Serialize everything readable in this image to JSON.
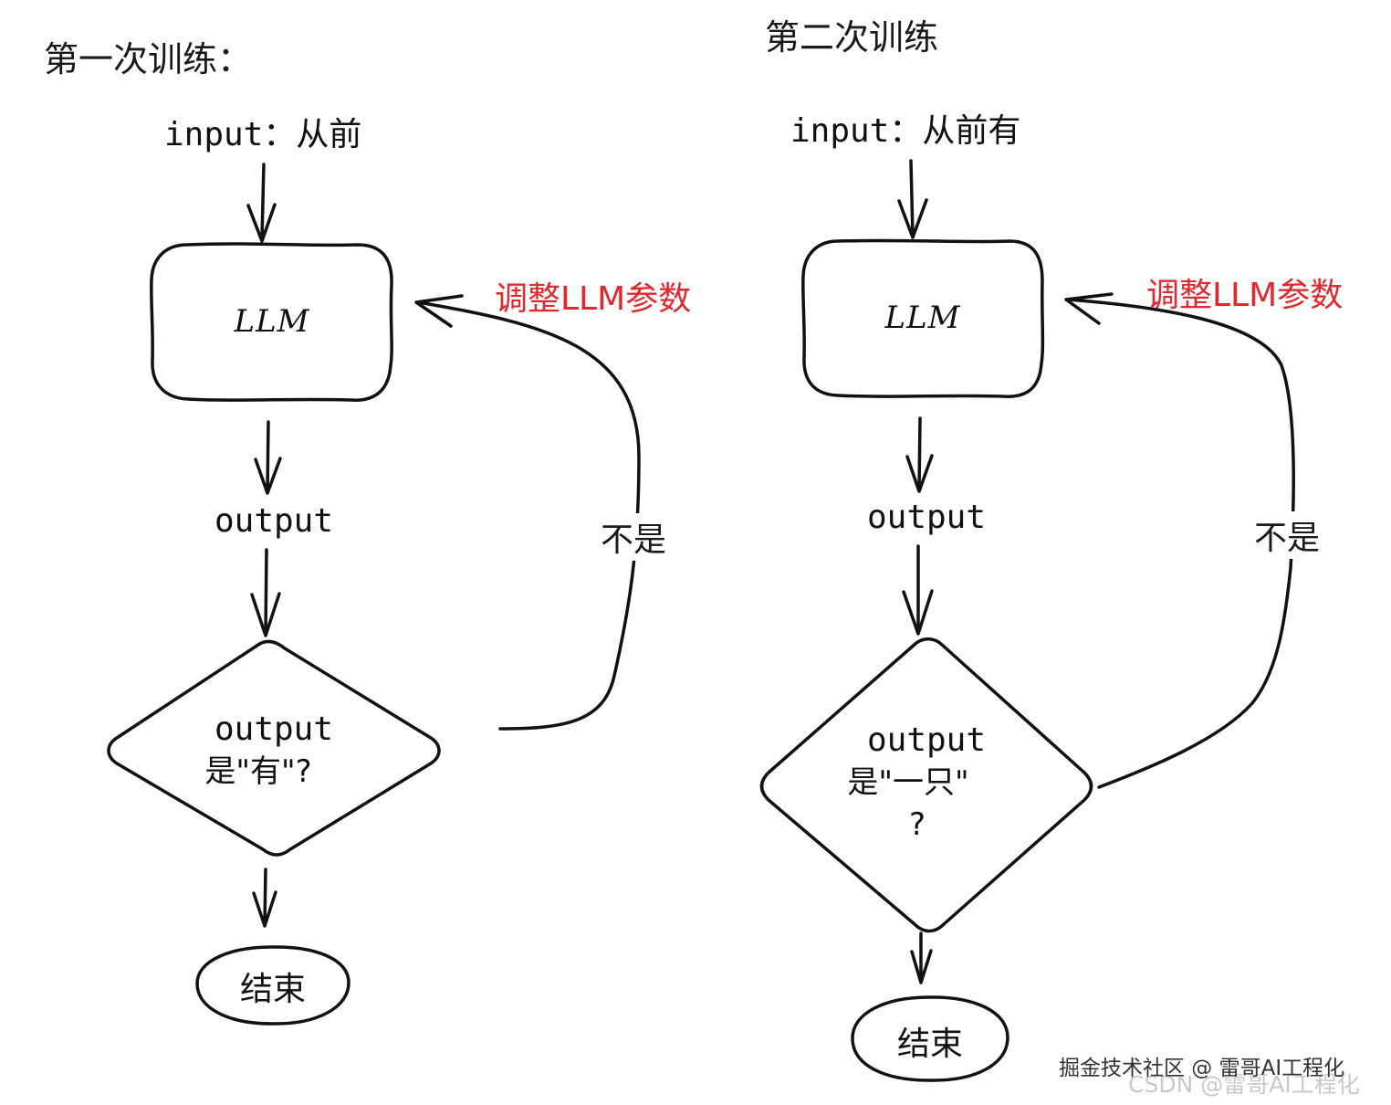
{
  "panels": [
    {
      "title": "第一次训练：",
      "input_label": "input：从前",
      "process_node": "LLM",
      "output_node": "output",
      "decision": {
        "line1": "output",
        "line2": "是\"有\"?",
        "line3": ""
      },
      "end_node": "结束",
      "feedback_label": "调整LLM参数",
      "no_label": "不是"
    },
    {
      "title": "第二次训练",
      "input_label": "input：从前有",
      "process_node": "LLM",
      "output_node": "output",
      "decision": {
        "line1": "output",
        "line2": "是\"一只\"",
        "line3": "?"
      },
      "end_node": "结束",
      "feedback_label": "调整LLM参数",
      "no_label": "不是"
    }
  ],
  "watermark": {
    "primary": "掘金技术社区 @ 雷哥AI工程化",
    "secondary": "CSDN @雷哥AI工程化"
  },
  "colors": {
    "stroke": "#111111",
    "feedback_label": "#e0282e"
  }
}
